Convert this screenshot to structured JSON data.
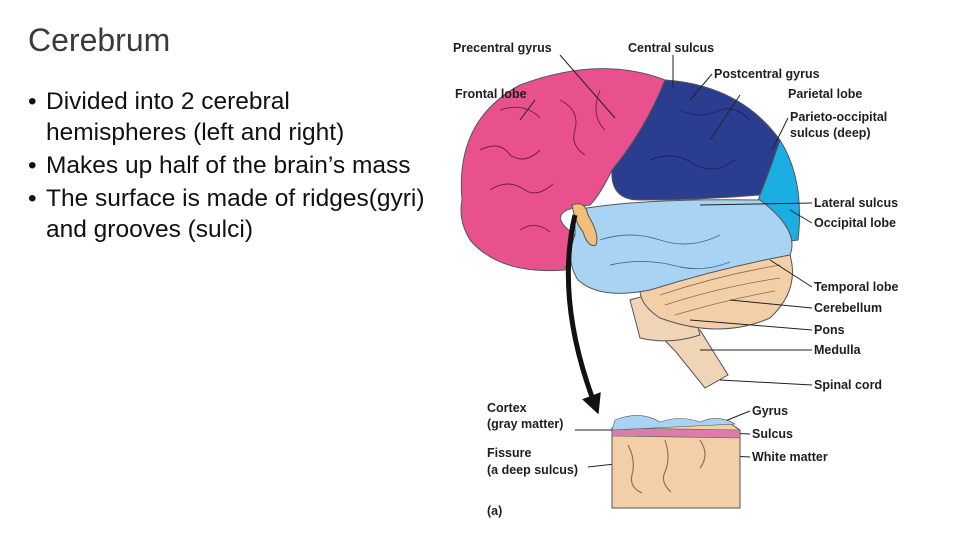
{
  "slide": {
    "title": "Cerebrum",
    "bullets": [
      "Divided into 2 cerebral hemispheres (left and right)",
      "Makes up half of the brain’s mass",
      "The surface is made of ridges(gyri) and grooves (sulci)"
    ]
  },
  "diagram": {
    "labels": {
      "precentral_gyrus": "Precentral gyrus",
      "central_sulcus": "Central sulcus",
      "postcentral_gyrus": "Postcentral gyrus",
      "frontal_lobe": "Frontal lobe",
      "parietal_lobe": "Parietal lobe",
      "parieto_occipital_1": "Parieto-occipital",
      "parieto_occipital_2": "sulcus (deep)",
      "lateral_sulcus": "Lateral sulcus",
      "occipital_lobe": "Occipital lobe",
      "temporal_lobe": "Temporal lobe",
      "cerebellum": "Cerebellum",
      "pons": "Pons",
      "medulla": "Medulla",
      "spinal_cord": "Spinal cord",
      "cortex_1": "Cortex",
      "cortex_2": "(gray matter)",
      "gyrus": "Gyrus",
      "sulcus": "Sulcus",
      "fissure_1": "Fissure",
      "fissure_2": "(a deep sulcus)",
      "white_matter": "White matter",
      "panel": "(a)"
    },
    "colors": {
      "frontal": "#e8518e",
      "parietal": "#2b3d8f",
      "occipital": "#1aaee3",
      "temporal": "#a9d3f2",
      "cerebellum": "#f2cfa7",
      "brainstem": "#f0d4b6",
      "insula": "#f0c07a"
    }
  }
}
